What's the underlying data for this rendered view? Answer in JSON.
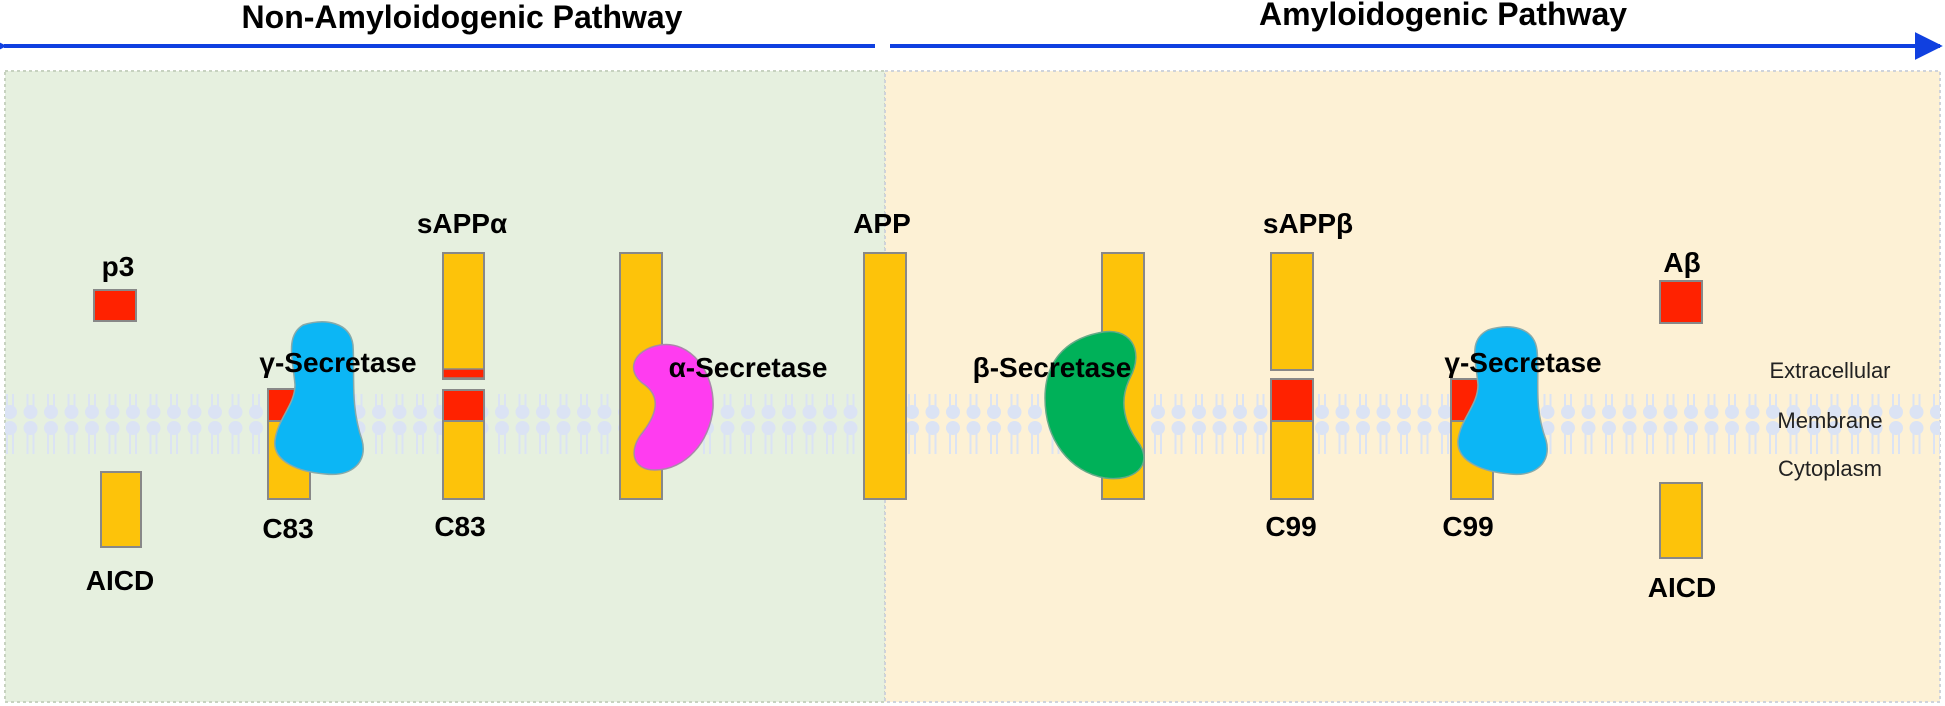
{
  "header": {
    "left_title": "Non-Amyloidogenic Pathway",
    "right_title": "Amyloidogenic Pathway"
  },
  "zones": {
    "extracellular": "Extracellular",
    "membrane": "Membrane",
    "cytoplasm": "Cytoplasm"
  },
  "labels": {
    "p3": "p3",
    "aicd_left": "AICD",
    "gamma_left": "γ-Secretase",
    "c83_a": "C83",
    "sappa": "sAPPα",
    "c83_b": "C83",
    "alpha": "α-Secretase",
    "app": "APP",
    "beta": "β-Secretase",
    "sappb": "sAPPβ",
    "c99_a": "C99",
    "gamma_right": "γ-Secretase",
    "c99_b": "C99",
    "abeta": "Aβ",
    "aicd_right": "AICD"
  },
  "colors": {
    "left_bg": "#e6f0df",
    "right_bg": "#fdf1d5",
    "protein": "#fdc30a",
    "amyloid": "#ff2200",
    "gamma_secretase": "#0cb6f5",
    "alpha_secretase": "#ff3cf0",
    "beta_secretase": "#00b159",
    "arrow": "#1040e0",
    "membrane": "#dfe6f5"
  }
}
